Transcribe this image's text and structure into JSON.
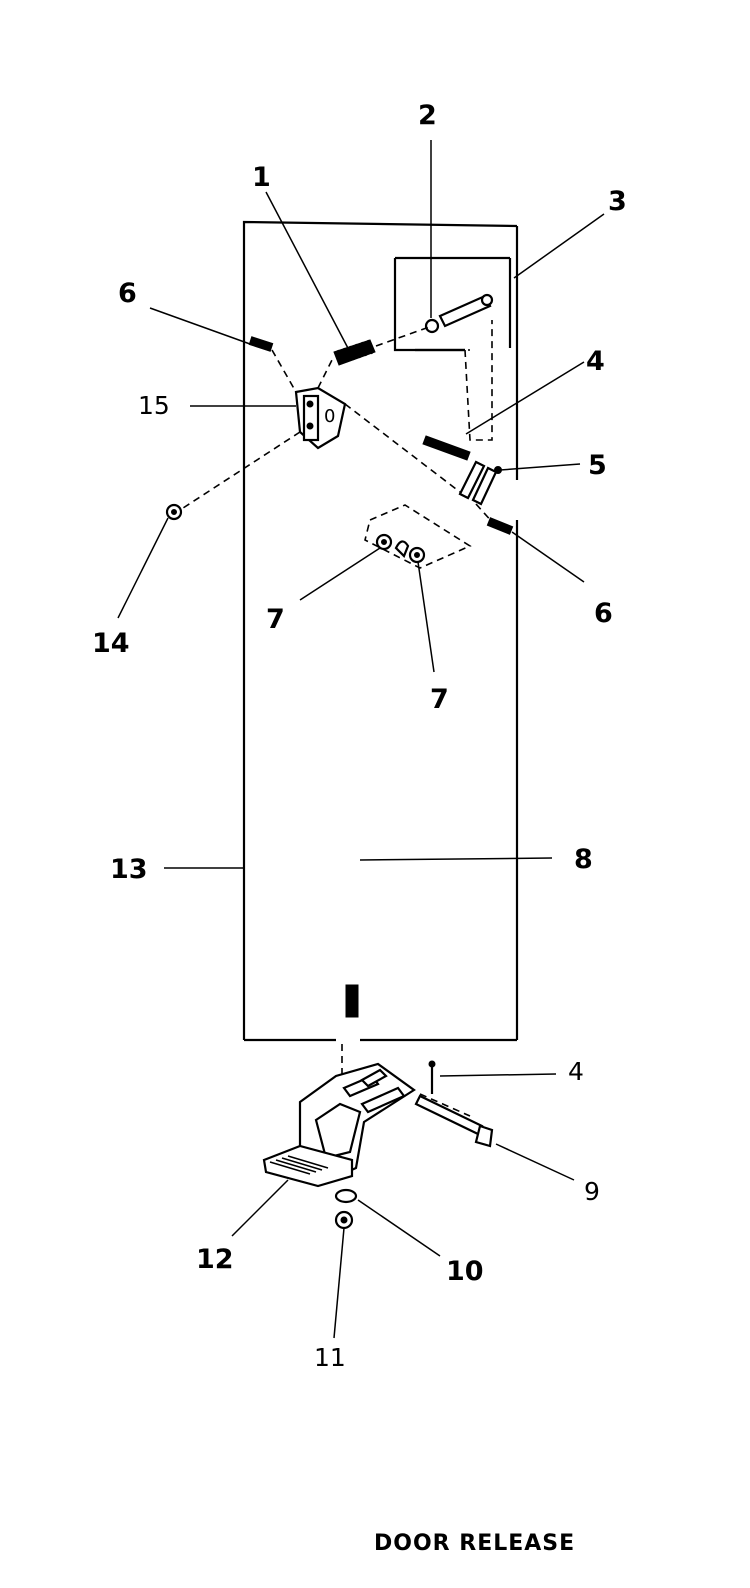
{
  "caption": "DOOR RELEASE",
  "callouts": {
    "c1": "1",
    "c2": "2",
    "c3": "3",
    "c4a": "4",
    "c5": "5",
    "c6a": "6",
    "c6b": "6",
    "c7a": "7",
    "c7b": "7",
    "c8": "8",
    "c4b": "4",
    "c9": "9",
    "c10": "10",
    "c11": "11",
    "c12": "12",
    "c13": "13",
    "c14": "14",
    "c15": "15"
  },
  "bracket_mark": "0"
}
